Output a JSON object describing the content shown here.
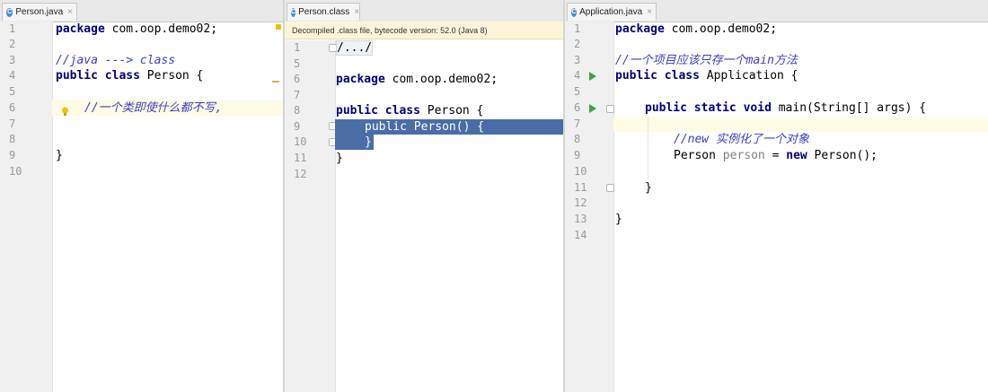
{
  "left": {
    "tab": {
      "label": "Person.java",
      "icon": "java-class-icon",
      "close": "×"
    },
    "line_numbers": [
      "1",
      "2",
      "3",
      "4",
      "5",
      "6",
      "7",
      "8",
      "9",
      "10"
    ],
    "code": {
      "l1_kw": "package",
      "l1_rest": " com.oop.demo02;",
      "l3_comment": "//java ---> class",
      "l4_kw1": "public",
      "l4_kw2": "class",
      "l4_rest": " Person {",
      "l6_comment": "//一个类即使什么都不写,",
      "l9_brace": "}"
    }
  },
  "middle": {
    "tab": {
      "label": "Person.class",
      "icon": "java-class-icon",
      "close": "×"
    },
    "banner": "Decompiled .class file, bytecode version: 52.0 (Java 8)",
    "line_numbers": [
      "1",
      "5",
      "6",
      "7",
      "8",
      "9",
      "10",
      "11",
      "12"
    ],
    "code": {
      "l1_fold": "/.../",
      "l6_kw": "package",
      "l6_rest": " com.oop.demo02;",
      "l8_kw1": "public",
      "l8_kw2": "class",
      "l8_rest": " Person {",
      "l9_kw": "public",
      "l9_rest": " Person() {",
      "l10_brace": "}",
      "l11_brace": "}"
    }
  },
  "right": {
    "tab": {
      "label": "Application.java",
      "icon": "java-class-icon",
      "close": "×"
    },
    "line_numbers": [
      "1",
      "2",
      "3",
      "4",
      "5",
      "6",
      "7",
      "8",
      "9",
      "10",
      "11",
      "12",
      "13",
      "14"
    ],
    "code": {
      "l1_kw": "package",
      "l1_rest": " com.oop.demo02;",
      "l3_comment": "//一个项目应该只存一个main方法",
      "l4_kw1": "public",
      "l4_kw2": "class",
      "l4_rest": " Application {",
      "l6_kw1": "public",
      "l6_kw2": "static",
      "l6_kw3": "void",
      "l6_rest": " main(String[] args) {",
      "l8_comment": "//new 实例化了一个对象",
      "l9_type": "Person ",
      "l9_var": "person",
      "l9_eq": " = ",
      "l9_kw": "new",
      "l9_rest": " Person();",
      "l11_brace": "}",
      "l13_brace": "}"
    }
  },
  "colors": {
    "keyword": "#000080",
    "comment": "#3c3cc8",
    "selection": "#4a6da7",
    "run_marker": "#3aa34a",
    "warning_marker": "#f0c000"
  }
}
